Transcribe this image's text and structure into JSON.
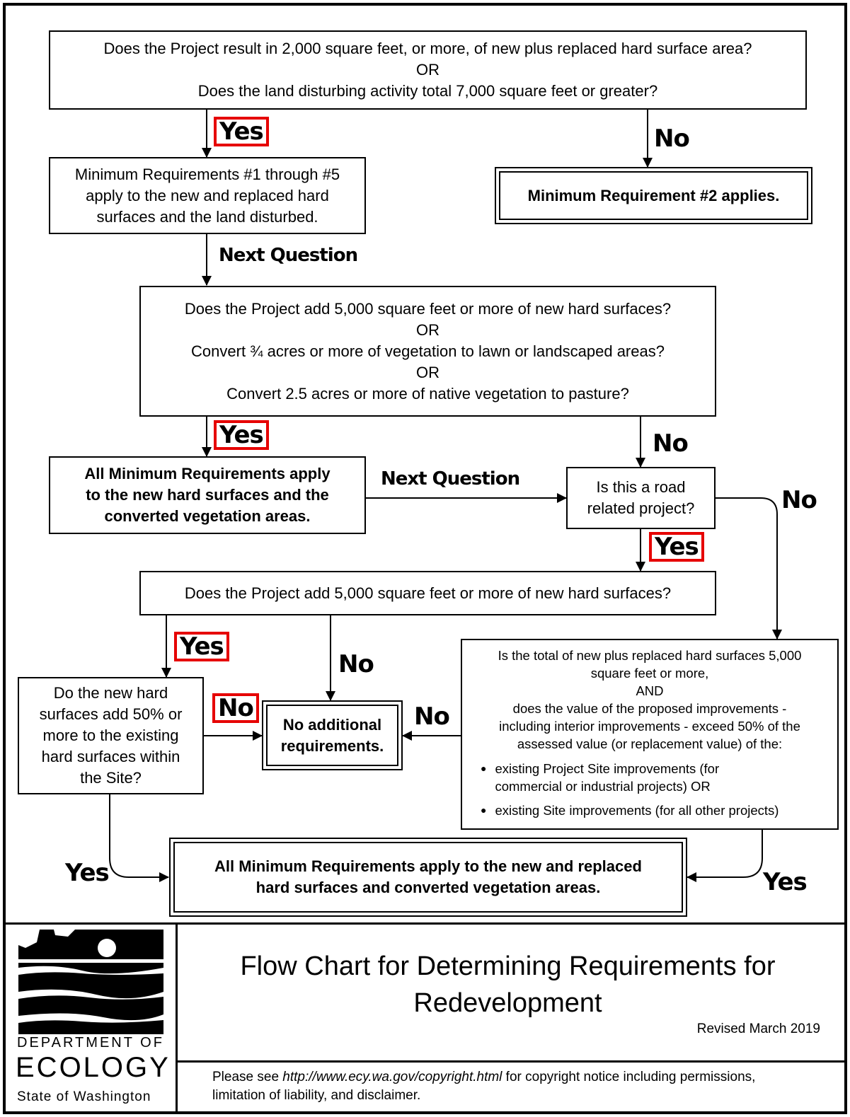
{
  "q1": {
    "line1": "Does the Project result in 2,000 square feet, or more, of new plus replaced hard surface area?",
    "line2": "OR",
    "line3": "Does the land disturbing activity total 7,000 square feet or greater?"
  },
  "mr15": {
    "line1": "Minimum Requirements #1 through #5",
    "line2": "apply to the new and replaced hard",
    "line3": "surfaces and the land disturbed."
  },
  "mr2": "Minimum Requirement #2 applies.",
  "q2": {
    "line1": "Does the Project add 5,000 square feet or more of new hard surfaces?",
    "line2": "OR",
    "line3": "Convert ¾ acres or more of vegetation to lawn or landscaped areas?",
    "line4": "OR",
    "line5": "Convert 2.5 acres or more of native vegetation to pasture?"
  },
  "all_mr_new": {
    "line1": "All Minimum Requirements apply",
    "line2": "to the new hard surfaces and the",
    "line3": "converted vegetation areas."
  },
  "road": {
    "line1": "Is this a road",
    "line2": "related project?"
  },
  "q3": "Does the Project add 5,000 square feet or more of new hard surfaces?",
  "q4": {
    "line1": "Do the new hard",
    "line2": "surfaces add 50% or",
    "line3": "more to the existing",
    "line4": "hard surfaces within",
    "line5": "the Site?"
  },
  "no_additional": {
    "line1": "No additional",
    "line2": "requirements."
  },
  "q5": {
    "line1": "Is the total of new plus replaced hard surfaces 5,000",
    "line2": "square feet or more,",
    "line3": "AND",
    "line4": "does the value of the proposed improvements -",
    "line5": "including interior improvements - exceed 50% of the",
    "line6": "assessed value (or replacement value) of the:",
    "bullets": [
      {
        "line1": "existing Project Site improvements (for",
        "line2": "commercial or industrial projects) OR"
      },
      {
        "line1": "existing Site improvements (for all other projects)"
      }
    ]
  },
  "all_mr_final": {
    "line1": "All Minimum Requirements apply to the new and replaced",
    "line2": "hard surfaces and converted vegetation areas."
  },
  "labels": {
    "yes": "Yes",
    "no": "No",
    "next_question": "Next Question"
  },
  "highlight_color": "#e60000",
  "footer": {
    "title_line1": "Flow Chart for Determining Requirements for",
    "title_line2": "Redevelopment",
    "revised": "Revised March 2019",
    "notice_pre": "Please see ",
    "notice_url": "http://www.ecy.wa.gov/copyright.html",
    "notice_post": " for copyright notice including permissions,",
    "notice_line2": "limitation of liability, and disclaimer.",
    "logo_dept": "DEPARTMENT OF",
    "logo_ecology": "ECOLOGY",
    "logo_state": "State of Washington"
  }
}
